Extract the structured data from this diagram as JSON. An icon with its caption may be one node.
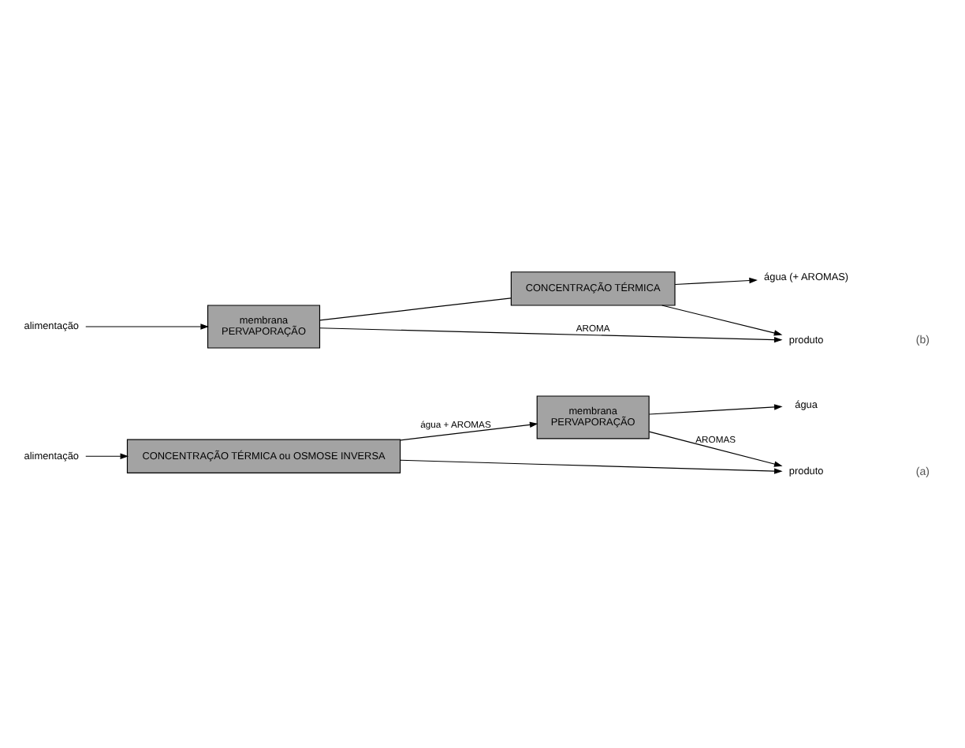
{
  "diagram": {
    "nodes": [
      {
        "text": [
          "água"
        ]
      },
      {
        "text": [
          "membrana",
          "PERVAPORAÇÃO"
        ]
      },
      {
        "text": [
          "CONCENTRAÇÃO TÉRMICA ou OSMOSE INVERSA"
        ]
      },
      {
        "text": [
          "alimentação"
        ]
      },
      {
        "text": [
          "produto"
        ]
      },
      {
        "text": [
          "alimentação"
        ]
      },
      {
        "text": [
          "membrana",
          "PERVAPORAÇÃO"
        ]
      },
      {
        "text": [
          "CONCENTRAÇÃO TÉRMICA"
        ]
      },
      {
        "text": [
          "produto"
        ]
      },
      {
        "text": [
          "água (+ AROMAS)"
        ]
      }
    ],
    "edges": [
      {
        "from": 3,
        "to": 2,
        "arrow": "to"
      },
      {
        "from": 2,
        "to": 1,
        "arrow": "to",
        "label": "água + AROMAS"
      },
      {
        "from": 1,
        "to": 0,
        "arrow": "to"
      },
      {
        "from": 1,
        "to": 4,
        "arrow": "to",
        "label": "AROMAS"
      },
      {
        "from": 2,
        "to": 4,
        "arrow": "to"
      },
      {
        "from": 5,
        "to": 6,
        "arrow": "to"
      },
      {
        "from": 6,
        "to": 8,
        "arrow": "to",
        "label": "AROMA"
      },
      {
        "from": 6,
        "to": 7,
        "arrow": "none"
      },
      {
        "from": 7,
        "to": 8,
        "arrow": "to"
      },
      {
        "from": 7,
        "to": 9,
        "arrow": "to"
      }
    ],
    "labels": [
      "(a)",
      "(b)"
    ]
  }
}
